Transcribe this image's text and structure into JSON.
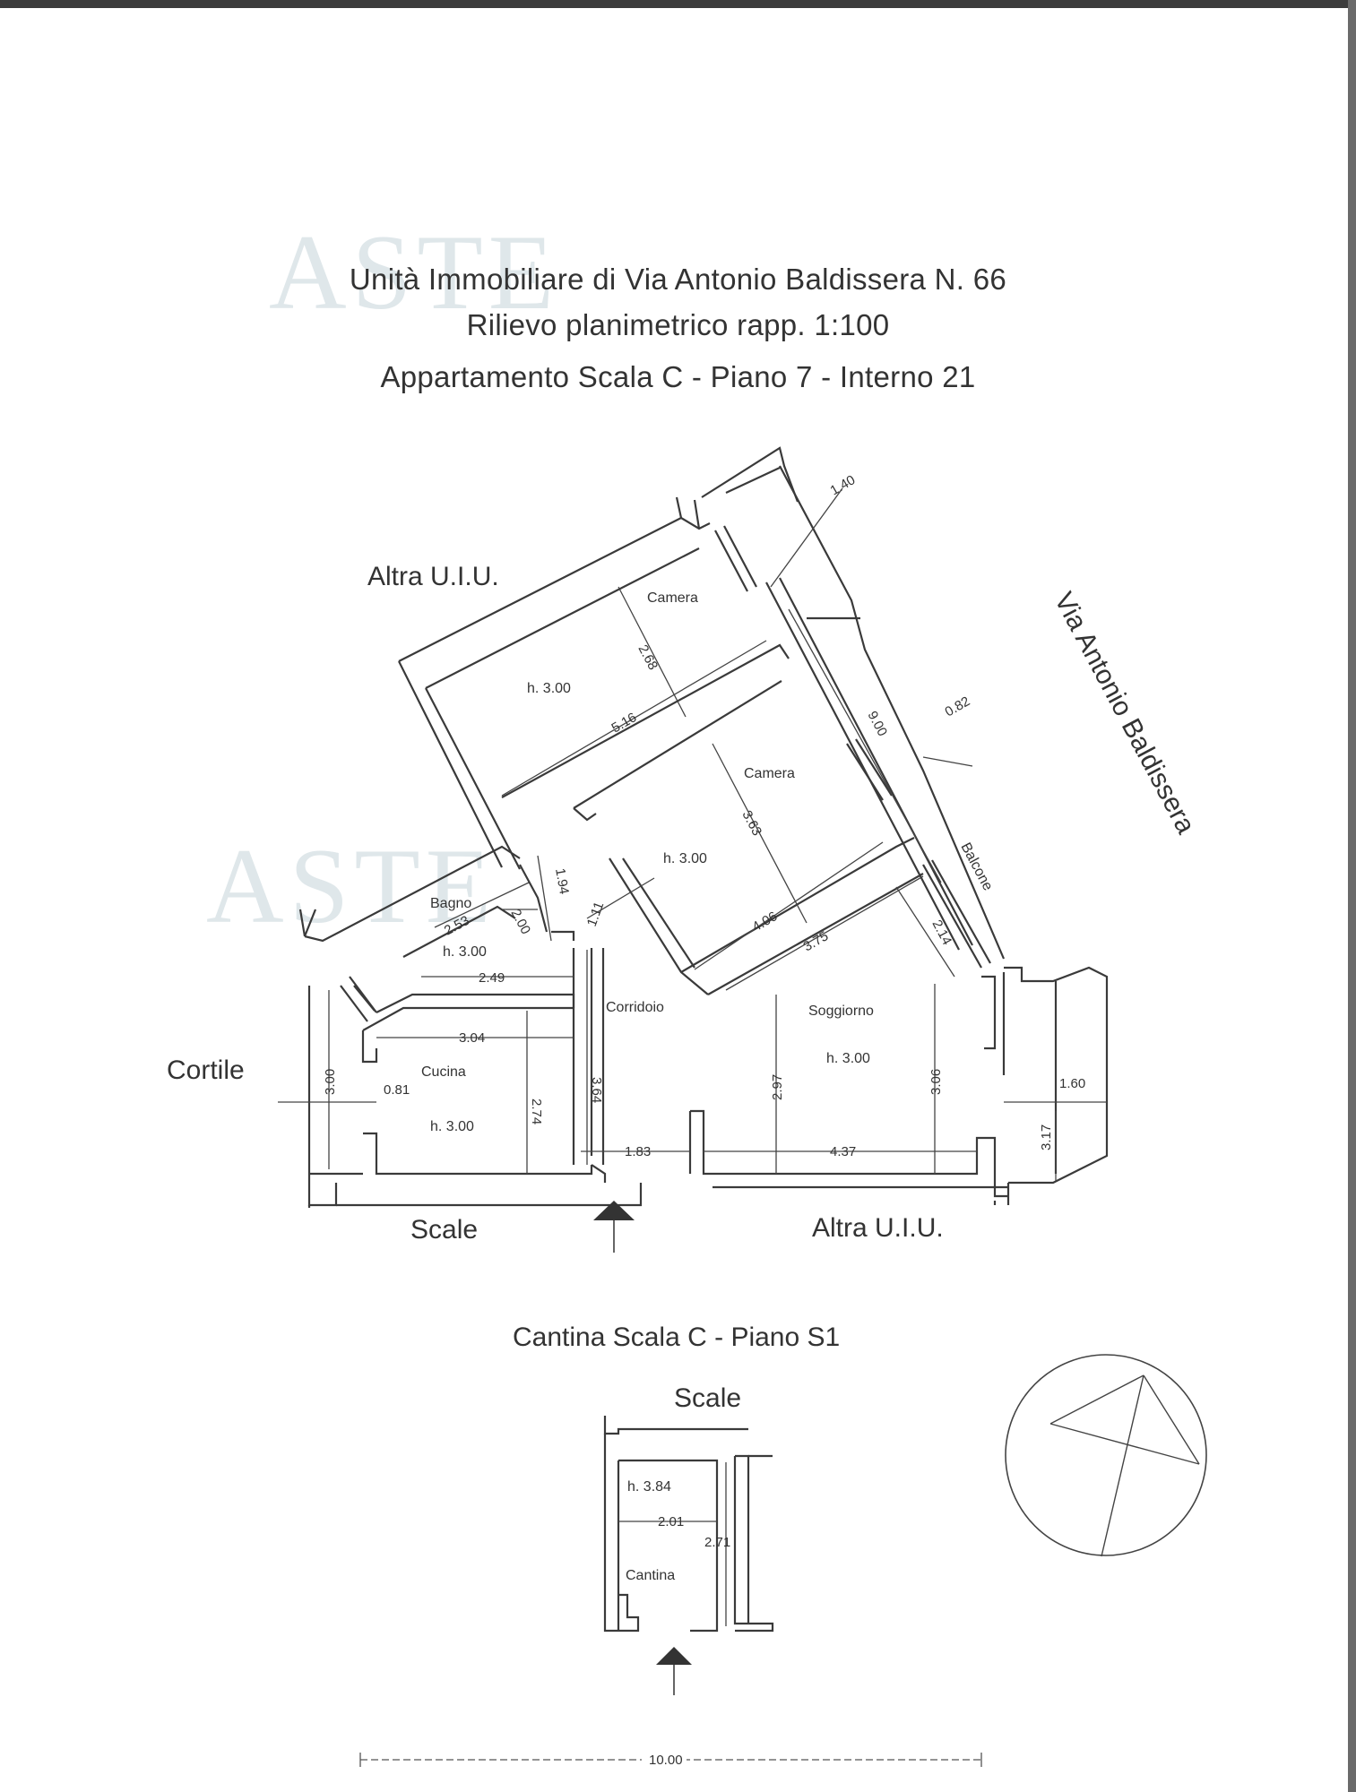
{
  "header": {
    "line1": "Unità Immobiliare di Via Antonio Baldissera N. 66",
    "line2": "Rilievo planimetrico rapp. 1:100",
    "line3": "Appartamento Scala C - Piano 7 - Interno 21"
  },
  "labels": {
    "altra_uiu_top": "Altra U.I.U.",
    "via": "Via Antonio Baldissera",
    "cortile": "Cortile",
    "scale_bottom": "Scale",
    "altra_uiu_bottom": "Altra U.I.U.",
    "cantina_title": "Cantina Scala C - Piano S1",
    "cantina_scale": "Scale"
  },
  "rooms": {
    "camera1": "Camera",
    "camera1_h": "h. 3.00",
    "camera2": "Camera",
    "camera2_h": "h. 3.00",
    "bagno": "Bagno",
    "bagno_h": "h. 3.00",
    "corridoio": "Corridoio",
    "soggiorno": "Soggiorno",
    "soggiorno_h": "h. 3.00",
    "cucina": "Cucina",
    "cucina_h": "h. 3.00",
    "balcone": "Balcone",
    "cantina": "Cantina",
    "cantina_h": "h. 3.84"
  },
  "dimensions": {
    "d140": "1.40",
    "d268": "2.68",
    "d516": "5.16",
    "d900": "9.00",
    "d082": "0.82",
    "d363": "3.63",
    "d194": "1.94",
    "d253": "2.53",
    "d200": "2.00",
    "d111": "1.11",
    "d406": "4.06",
    "d375": "3.75",
    "d214": "2.14",
    "d249": "2.49",
    "d304": "3.04",
    "d300": "3.00",
    "d081": "0.81",
    "d274": "2.74",
    "d364": "3.64",
    "d297": "2.97",
    "d306": "3.06",
    "d160": "1.60",
    "d317": "3.17",
    "d183": "1.83",
    "d437": "4.37",
    "d201": "2.01",
    "d271": "2.71",
    "scalebar": "10.00"
  }
}
